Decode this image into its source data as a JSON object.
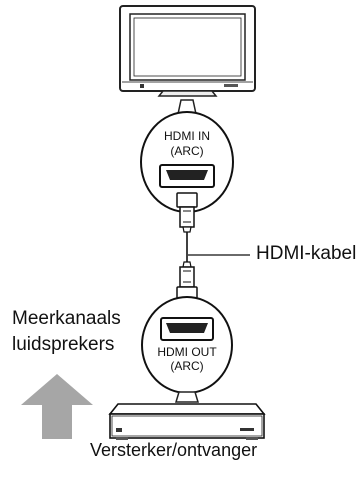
{
  "tv": {
    "port_label_line1": "HDMI IN",
    "port_label_line2": "(ARC)"
  },
  "cable": {
    "label": "HDMI-kabel"
  },
  "receiver": {
    "port_label_line1": "HDMI OUT",
    "port_label_line2": "(ARC)",
    "label": "Versterker/ontvanger"
  },
  "speakers": {
    "label_line1": "Meerkanaals",
    "label_line2": "luidsprekers"
  },
  "icons": {
    "output_arrow": "up-arrow-icon"
  }
}
